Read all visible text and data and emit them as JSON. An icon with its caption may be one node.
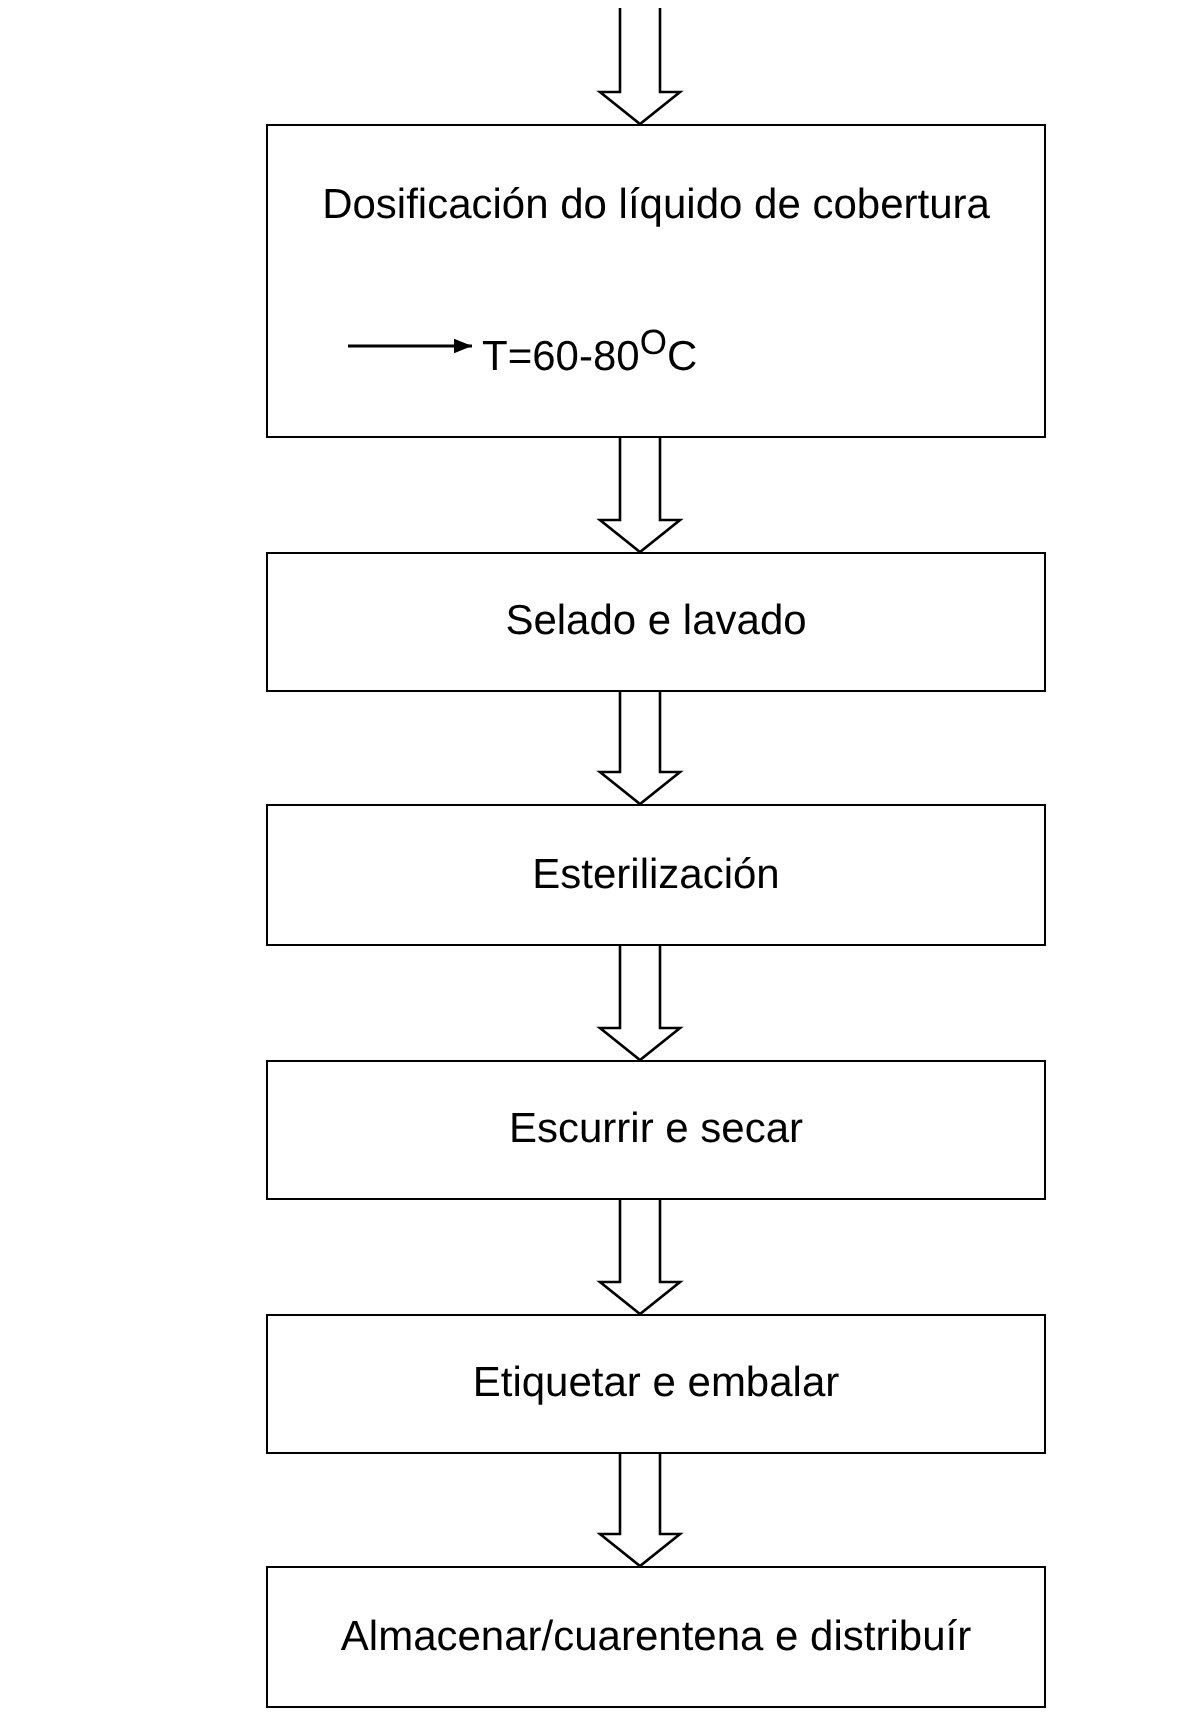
{
  "diagram": {
    "nodes": [
      {
        "text": [
          "Dosificación do líquido de cobertura"
        ]
      },
      {
        "text": [
          "T=60-80$^{O}$C"
        ],
        "in": 0
      },
      {
        "text": [
          "Selado e lavado"
        ]
      },
      {
        "text": [
          "Esterilización"
        ]
      },
      {
        "text": [
          "Escurrir e secar"
        ]
      },
      {
        "text": [
          "Etiquetar e embalar"
        ]
      },
      {
        "text": [
          "Almacenar/cuarentena e distribuír"
        ]
      }
    ],
    "edges": [
      {
        "from": null,
        "to": 0,
        "arrow": "to"
      },
      {
        "from": null,
        "to": 1,
        "arrow": "to"
      },
      {
        "from": 0,
        "to": 2,
        "arrow": "to"
      },
      {
        "from": 2,
        "to": 3,
        "arrow": "to"
      },
      {
        "from": 3,
        "to": 4,
        "arrow": "to"
      },
      {
        "from": 4,
        "to": 5,
        "arrow": "to"
      },
      {
        "from": 5,
        "to": 6,
        "arrow": "to"
      }
    ]
  }
}
